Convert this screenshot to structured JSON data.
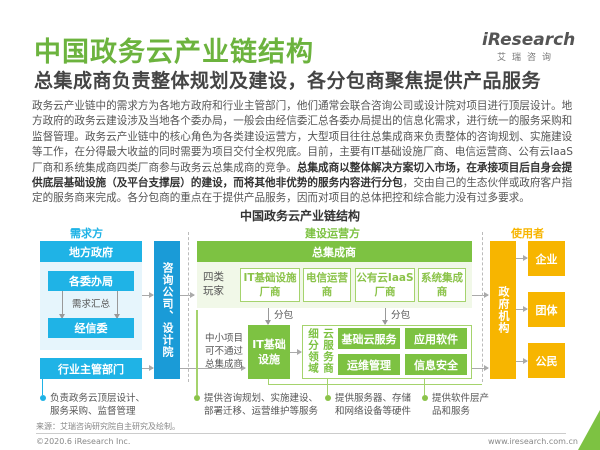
{
  "header": {
    "title": "中国政务云产业链结构",
    "subtitle": "总集成商负责整体规划及建设，各分包商聚焦提供产品服务"
  },
  "logo": {
    "brand": "iResearch",
    "cn": "艾瑞咨询"
  },
  "paragraph": {
    "p1": "政务云产业链中的需求方为各地方政府和行业主管部门，他们通常会联合咨询公司或设计院对项目进行顶层设计。地方政府的政务云建设涉及当地各个委办局，一般会由经信委汇总各委办局提出的信息化需求，进行统一的服务采购和监督管理。政务云产业链中的核心角色为各类建设运营方，大型项目往往总集成商来负责整体的咨询规划、实施建设等工作，在分得最大收益的同时需要为项目交付全权兜底。目前，主要有IT基础设施厂商、电信运营商、公有云IaaS厂商和系统集成商四类厂商参与政务云总集成商的竞争。",
    "bold": "总集成商以整体解决方案切入市场，在承接项目后自身会提供底层基础设施（及平台支撑层）的建设，而将其他非优势的服务内容进行分包",
    "p2": "，交由自己的生态伙伴或政府客户指定的服务商来完成。各分包商的重点在于提供产品服务，因而对项目的总体把控和综合能力没有过多要求。"
  },
  "diagram": {
    "title": "中国政务云产业链结构",
    "demand": {
      "label": "需求方",
      "local_gov": "地方政府",
      "bureaus": "各委办局",
      "summary": "需求汇总",
      "econ_committee": "经信委",
      "industry_dept": "行业主管部门"
    },
    "consult": "咨询公司、设计院",
    "builder": {
      "label": "建设运营方",
      "integrator": "总集成商",
      "four_types": "四类玩家",
      "players": [
        "IT基础设施厂商",
        "电信运营商",
        "公有云IaaS厂商",
        "系统集成商"
      ],
      "subcontract": "分包",
      "small_projects": "中小项目可不通过总集成商",
      "it_infra": "IT基础设施",
      "segment": "细分领域",
      "cloud_vendor": "云服务商",
      "services": [
        "基础云服务",
        "应用软件",
        "运维管理",
        "信息安全"
      ]
    },
    "users": {
      "label": "使用者",
      "gov": "政府机构",
      "items": [
        "企业",
        "团体",
        "公民"
      ]
    },
    "notes": [
      "负责政务云顶层设计、服务采购、监督管理",
      "提供咨询规划、实施建设、部署迁移、运营维护等服务",
      "提供服务器、存储和网络设备等硬件",
      "提供软件层产品和服务"
    ]
  },
  "source": "来源：艾瑞咨询研究院自主研究及绘制。",
  "footer": {
    "copyright": "©2020.6 iResearch Inc.",
    "url": "www.iresearch.com.cn"
  },
  "colors": {
    "blue": "#1fb3e6",
    "green": "#7dc242",
    "yellow": "#f7b500"
  }
}
